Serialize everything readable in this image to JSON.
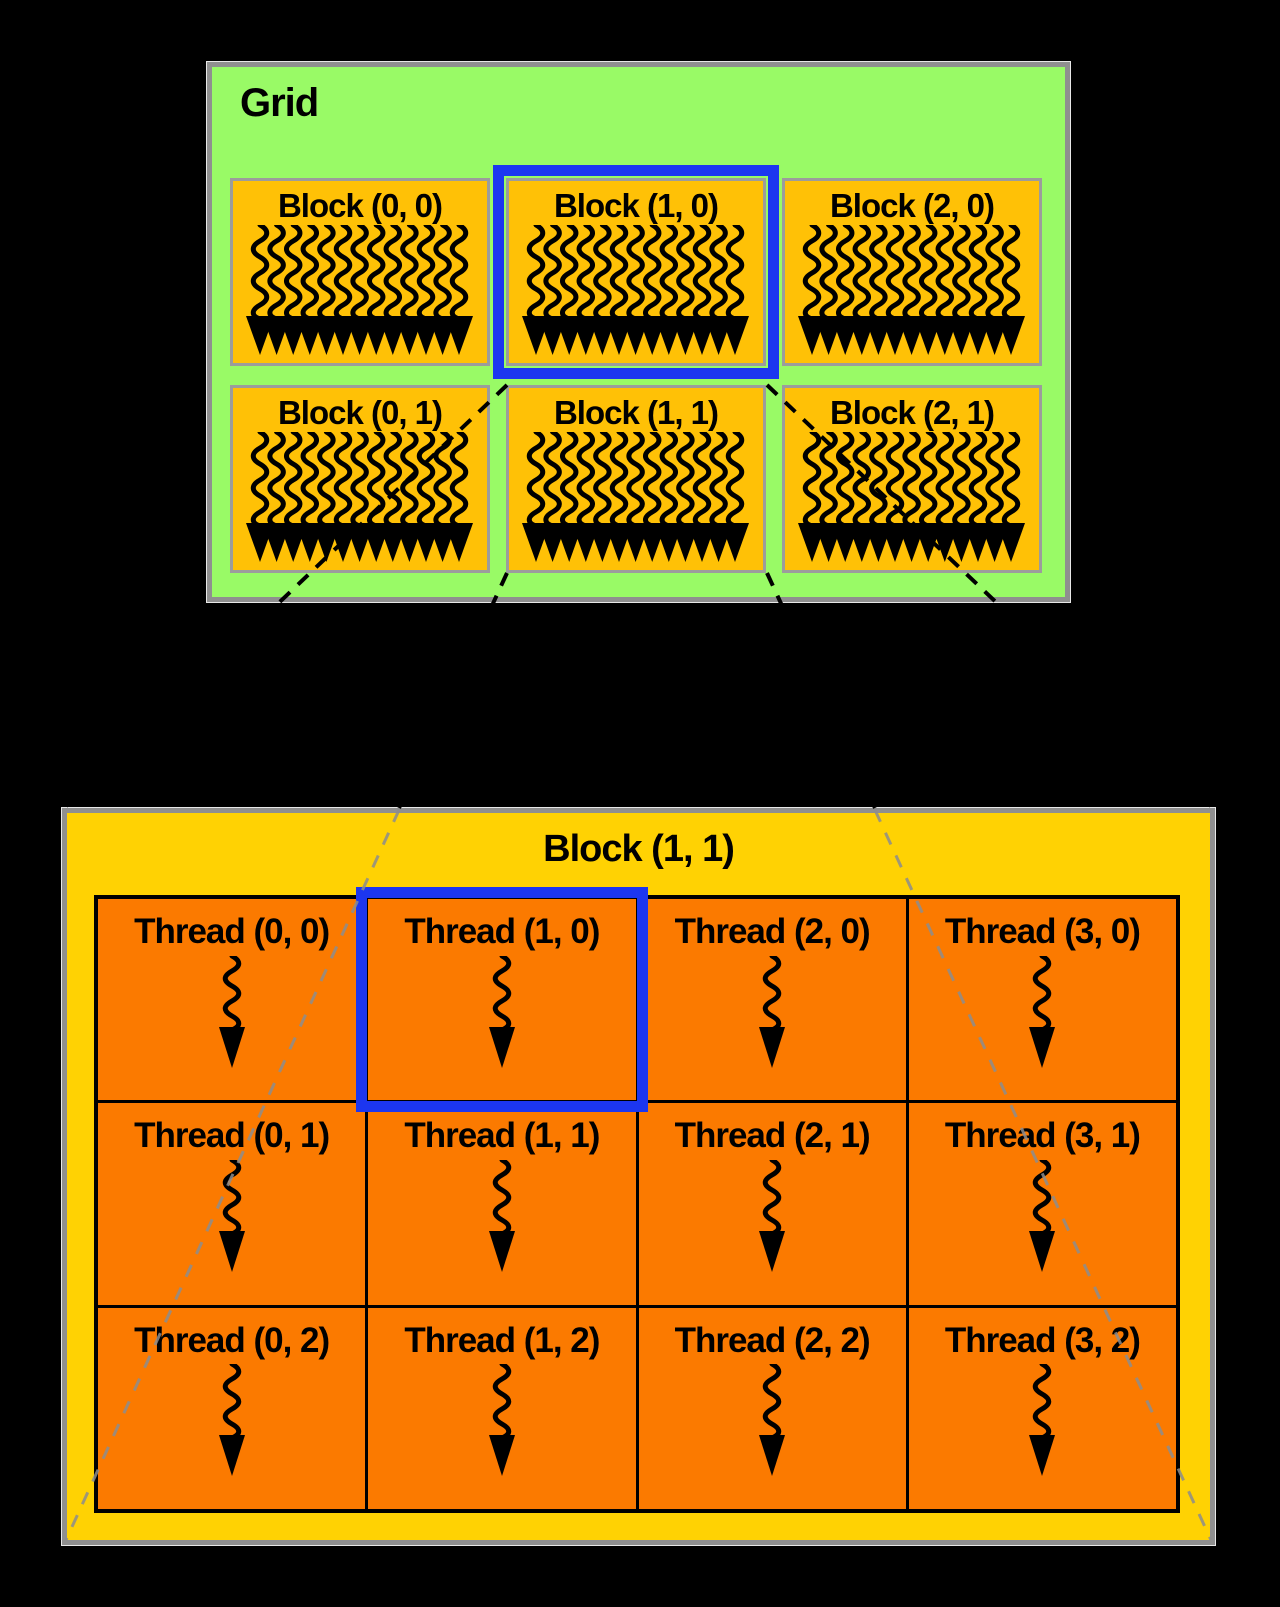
{
  "colors": {
    "background": "#000000",
    "grid_fill": "#99FA66",
    "frame_gray": "#8F8F8F",
    "block_fill": "#FFC106",
    "block_border": "#9C9C9C",
    "highlight_blue": "#1C36F0",
    "detail_fill": "#FFD203",
    "thread_fill": "#FB7A00",
    "table_line": "#000000",
    "arrow_color": "#000000",
    "dash_black": "#000000",
    "dash_gray": "#8D8D8D"
  },
  "grid": {
    "title": "Grid",
    "blocks": [
      {
        "label": "Block (0, 0)",
        "highlighted": false
      },
      {
        "label": "Block (1, 0)",
        "highlighted": true
      },
      {
        "label": "Block (2, 0)",
        "highlighted": false
      },
      {
        "label": "Block (0, 1)",
        "highlighted": false
      },
      {
        "label": "Block (1, 1)",
        "highlighted": false
      },
      {
        "label": "Block (2, 1)",
        "highlighted": false
      }
    ]
  },
  "block_detail": {
    "title": "Block (1, 1)",
    "threads": [
      {
        "label": "Thread (0, 0)",
        "highlighted": false
      },
      {
        "label": "Thread (1, 0)",
        "highlighted": true
      },
      {
        "label": "Thread (2, 0)",
        "highlighted": false
      },
      {
        "label": "Thread (3, 0)",
        "highlighted": false
      },
      {
        "label": "Thread (0, 1)",
        "highlighted": false
      },
      {
        "label": "Thread (1, 1)",
        "highlighted": false
      },
      {
        "label": "Thread (2, 1)",
        "highlighted": false
      },
      {
        "label": "Thread (3, 1)",
        "highlighted": false
      },
      {
        "label": "Thread (0, 2)",
        "highlighted": false
      },
      {
        "label": "Thread (1, 2)",
        "highlighted": false
      },
      {
        "label": "Thread (2, 2)",
        "highlighted": false
      },
      {
        "label": "Thread (3, 2)",
        "highlighted": false
      }
    ]
  }
}
